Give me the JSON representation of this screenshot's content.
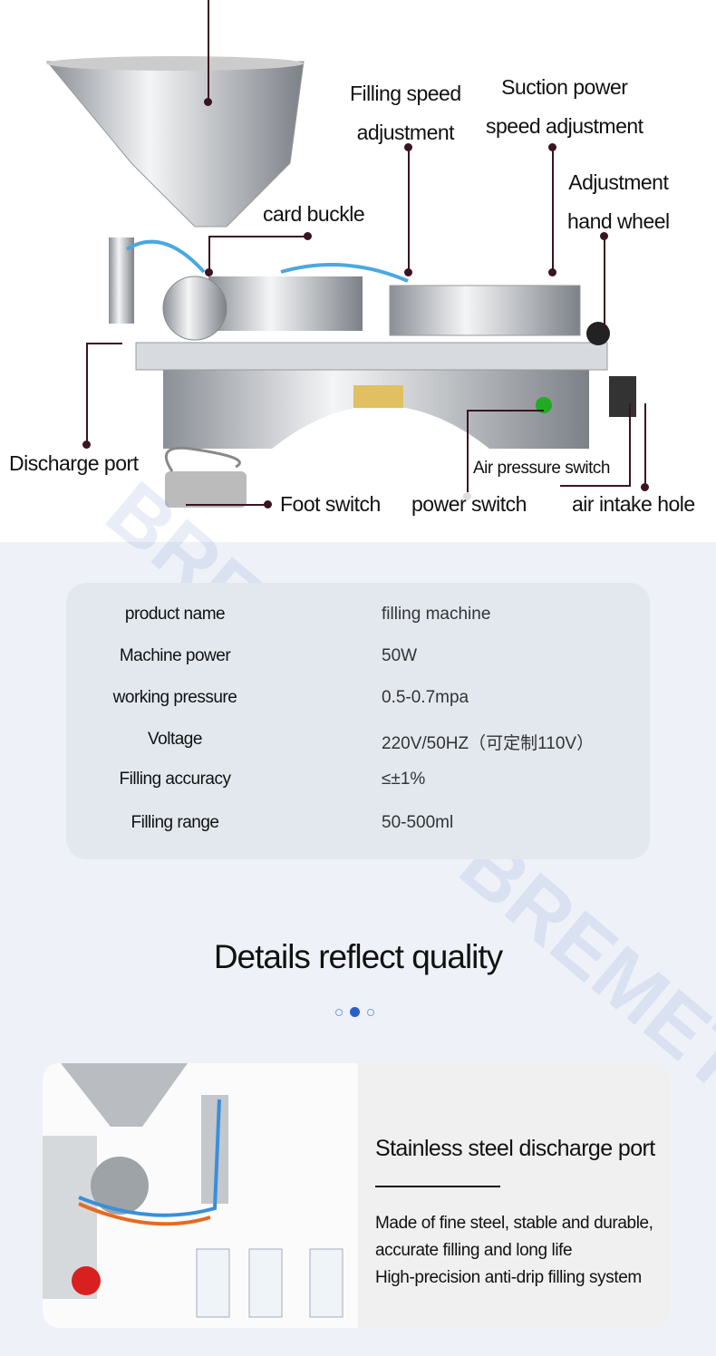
{
  "callouts": {
    "filling_speed": [
      "Filling speed",
      "adjustment"
    ],
    "suction_power": [
      "Suction power",
      "speed adjustment"
    ],
    "adjustment_wheel": [
      "Adjustment",
      "hand wheel"
    ],
    "card_buckle": "card buckle",
    "discharge_port": "Discharge port",
    "air_pressure_switch": "Air pressure switch",
    "foot_switch": "Foot switch",
    "power_switch": "power switch",
    "air_intake_hole": "air intake hole"
  },
  "specs": [
    {
      "key": "product name",
      "value": "filling machine"
    },
    {
      "key": "Machine power",
      "value": "50W"
    },
    {
      "key": "working pressure",
      "value": "0.5-0.7mpa"
    },
    {
      "key": "Voltage",
      "value": "220V/50HZ（可定制110V）"
    },
    {
      "key": "Filling accuracy",
      "value": "≤±1%"
    },
    {
      "key": "Filling range",
      "value": "50-500ml"
    }
  ],
  "section_title": "Details reflect quality",
  "carousel": {
    "count": 3,
    "active": 2
  },
  "detail": {
    "title": "Stainless steel discharge port",
    "lines": [
      "Made of fine steel, stable and durable,",
      "accurate filling and long life",
      "High-precision anti-drip filling system"
    ]
  },
  "watermark": "BREMETZ"
}
